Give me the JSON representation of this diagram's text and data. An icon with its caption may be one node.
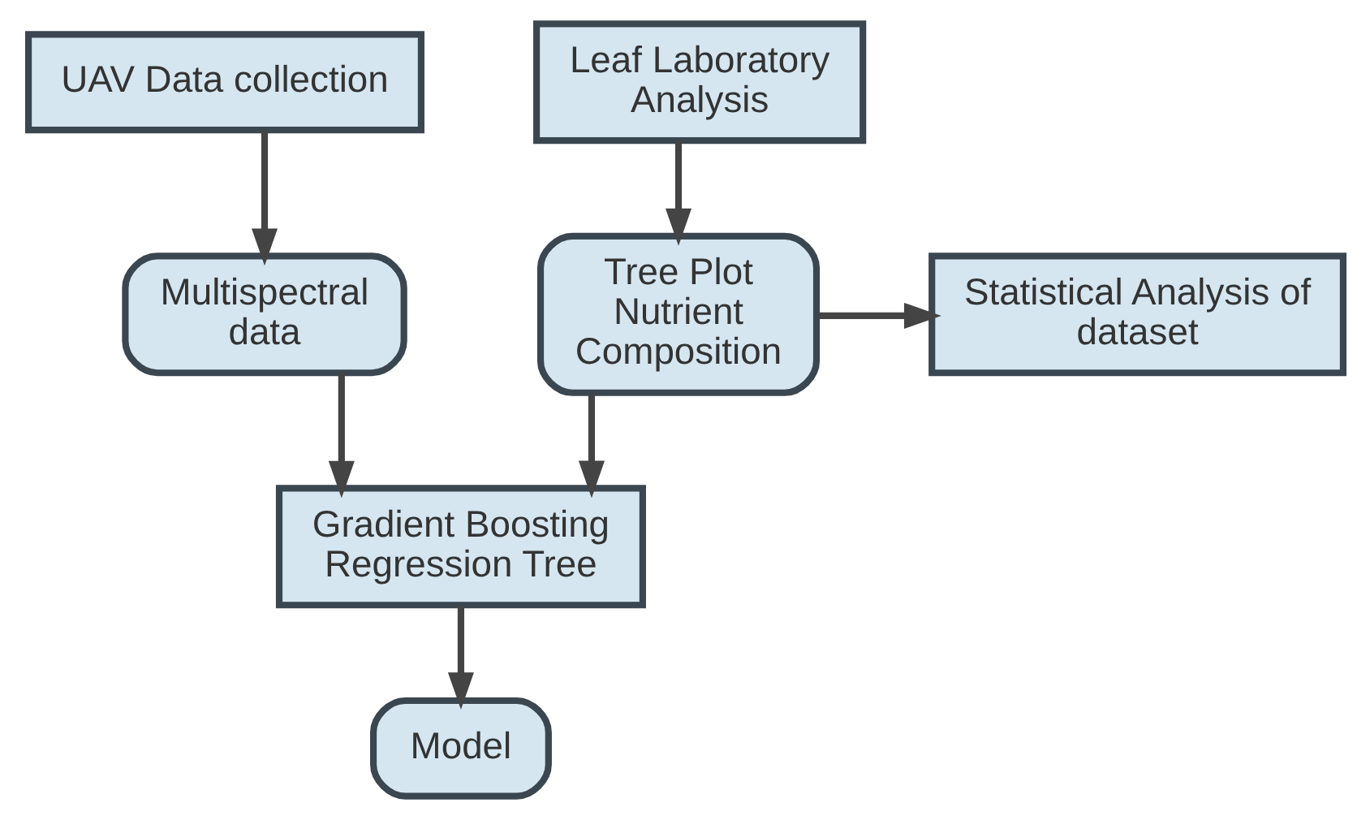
{
  "diagram": {
    "nodes": [
      {
        "text": [
          "UAV Data collection"
        ]
      },
      {
        "text": [
          "Leaf Laboratory Analysis"
        ]
      },
      {
        "text": [
          "Multispectral data"
        ]
      },
      {
        "text": [
          "Tree Plot Nutrient Composition"
        ]
      },
      {
        "text": [
          "Statistical Analysis of dataset"
        ]
      },
      {
        "text": [
          "Gradient Boosting Regression Tree"
        ]
      },
      {
        "text": [
          "Model"
        ]
      }
    ],
    "edges": [
      {
        "from": 0,
        "to": 2,
        "arrow": "to"
      },
      {
        "from": 1,
        "to": 3,
        "arrow": "to"
      },
      {
        "from": 3,
        "to": 4,
        "arrow": "to"
      },
      {
        "from": 2,
        "to": 5,
        "arrow": "to"
      },
      {
        "from": 3,
        "to": 5,
        "arrow": "to"
      },
      {
        "from": 5,
        "to": 6,
        "arrow": "to"
      }
    ]
  }
}
